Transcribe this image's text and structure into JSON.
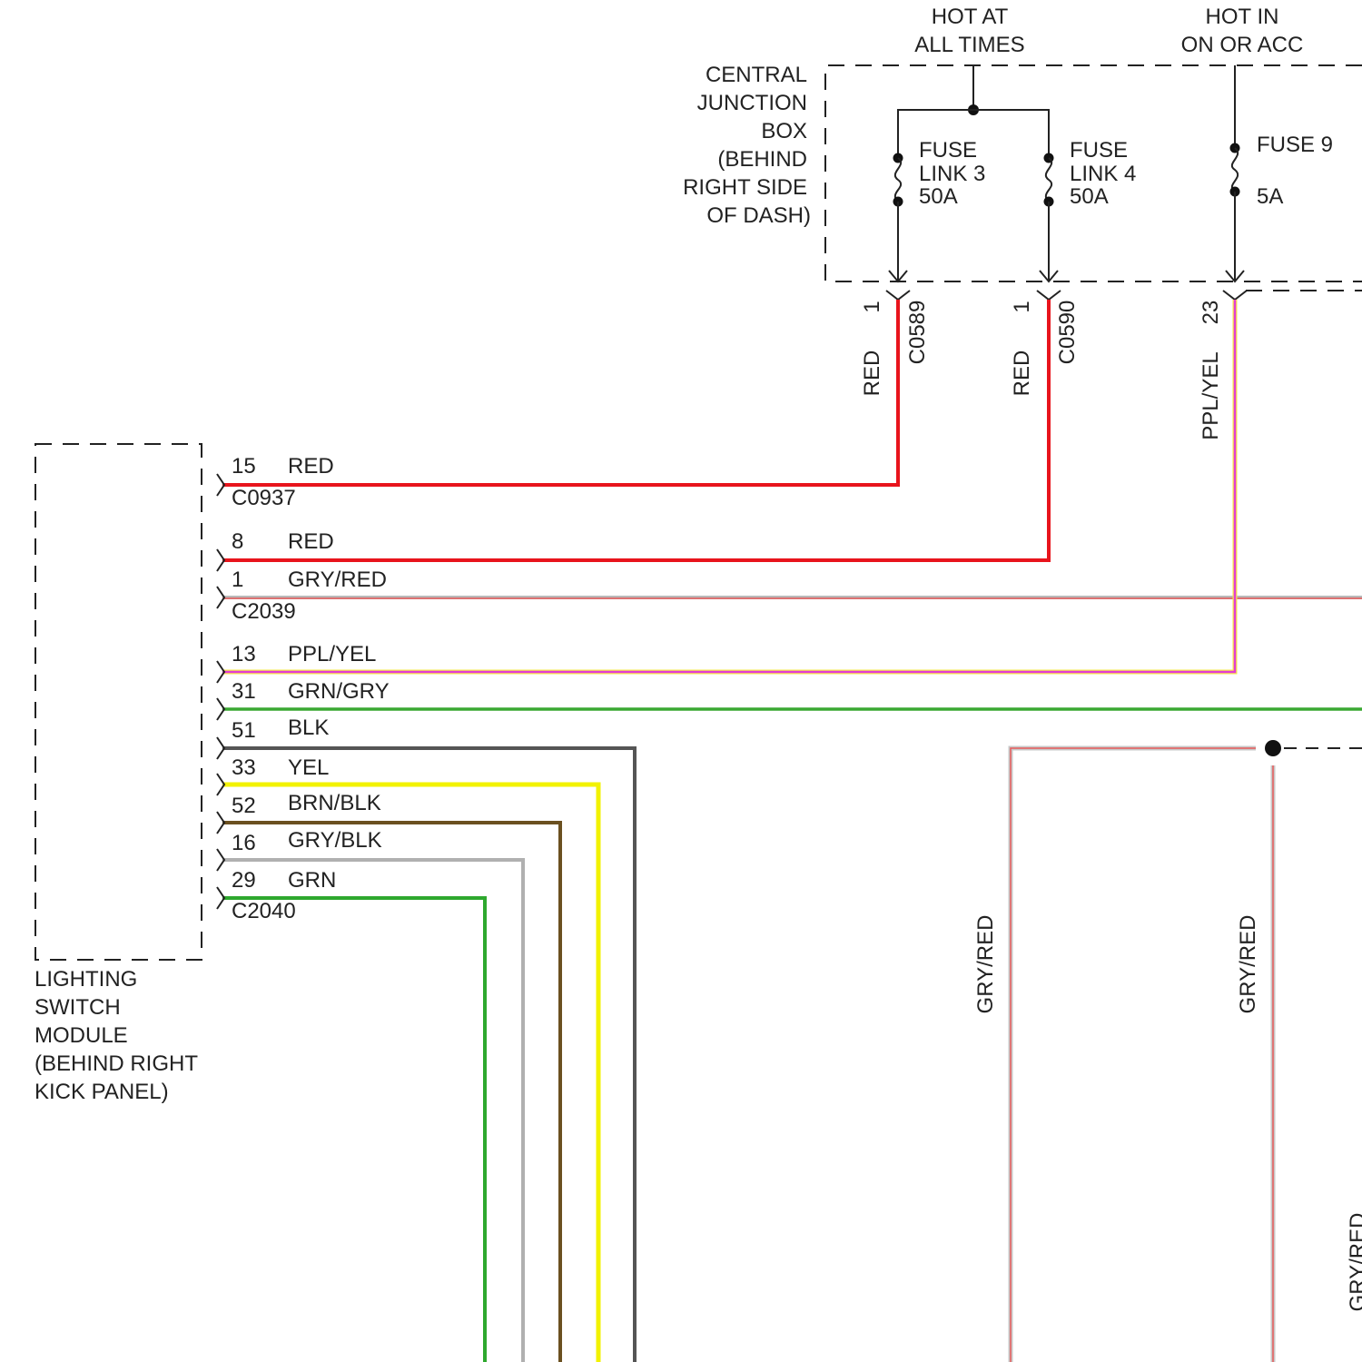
{
  "supply": {
    "hot_at_all_times": [
      "HOT AT",
      "ALL TIMES"
    ],
    "hot_in_on_or_acc": [
      "HOT IN",
      "ON OR ACC"
    ]
  },
  "junction_box": {
    "label": [
      "CENTRAL",
      "JUNCTION",
      "BOX",
      "(BEHIND",
      "RIGHT SIDE",
      "OF DASH)"
    ],
    "fuse_link_3": [
      "FUSE",
      "LINK 3",
      "50A"
    ],
    "fuse_link_4": [
      "FUSE",
      "LINK 4",
      "50A"
    ],
    "fuse_9": [
      "FUSE 9",
      "5A"
    ]
  },
  "feed_wires": [
    {
      "pin": "1",
      "connector": "C0589",
      "color_label": "RED"
    },
    {
      "pin": "1",
      "connector": "C0590",
      "color_label": "RED"
    },
    {
      "pin": "23",
      "color_label": "PPL/YEL"
    }
  ],
  "module": {
    "label": [
      "LIGHTING",
      "SWITCH",
      "MODULE",
      "(BEHIND RIGHT",
      "KICK PANEL)"
    ]
  },
  "connectors": [
    "C0937",
    "C2039",
    "C2040"
  ],
  "pins": [
    {
      "num": "15",
      "wire": "RED",
      "color": "#e8141c"
    },
    {
      "num": "8",
      "wire": "RED",
      "color": "#e8141c"
    },
    {
      "num": "1",
      "wire": "GRY/RED",
      "color": "#e05555"
    },
    {
      "num": "13",
      "wire": "PPL/YEL",
      "color": "#e23ed4"
    },
    {
      "num": "31",
      "wire": "GRN/GRY",
      "color": "#3aa832"
    },
    {
      "num": "51",
      "wire": "BLK",
      "color": "#555555"
    },
    {
      "num": "33",
      "wire": "YEL",
      "color": "#f2f200"
    },
    {
      "num": "52",
      "wire": "BRN/BLK",
      "color": "#6b5020"
    },
    {
      "num": "16",
      "wire": "GRY/BLK",
      "color": "#b0b0b0"
    },
    {
      "num": "29",
      "wire": "GRN",
      "color": "#2ea82e"
    }
  ],
  "side_wires": [
    {
      "color_label": "GRY/RED"
    },
    {
      "color_label": "GRY/RED"
    },
    {
      "color_label": "GRY/RED"
    }
  ]
}
